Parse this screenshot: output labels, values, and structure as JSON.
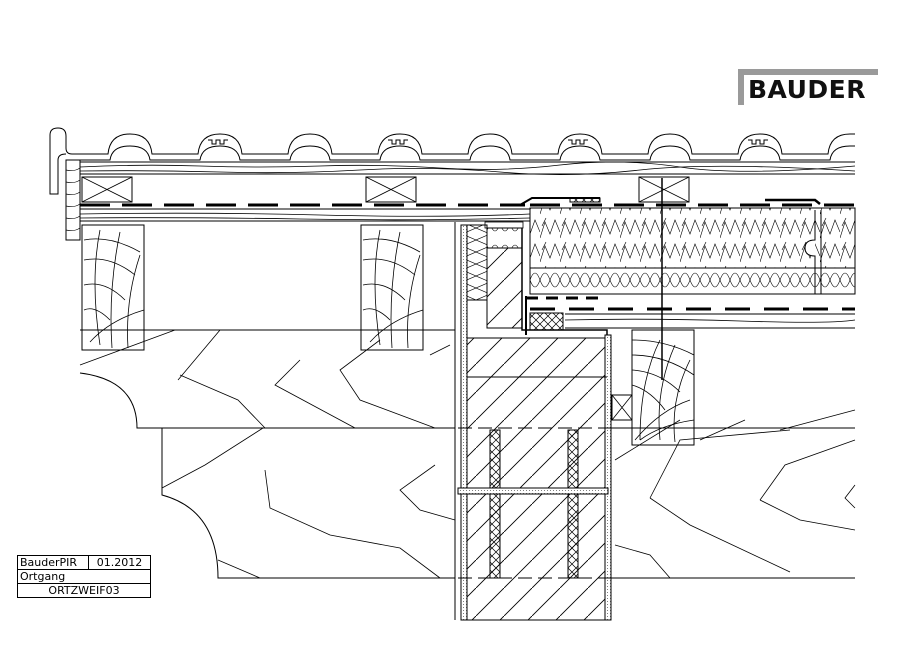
{
  "logo": {
    "text": "BAUDER",
    "bar_color": "#9a9a9a",
    "text_color": "#111111"
  },
  "title_block": {
    "product": "BauderPIR",
    "date": "01.2012",
    "detail_name": "Ortgang",
    "drawing_id": "ORTZWEIF03"
  },
  "drawing": {
    "type": "construction-detail-section",
    "subject": "verge (Ortgang) detail with tile roof over PIR insulation",
    "line_color": "#000000",
    "background": "#ffffff",
    "layers": [
      "roof-tiles",
      "battens-and-counter-battens",
      "underlay-membrane",
      "timber-boarding",
      "pir-insulation-boards",
      "mineral-wool-insulation",
      "vapour-control-layer",
      "rafters",
      "masonry-wall",
      "plaster-render",
      "timber-purlins"
    ]
  }
}
